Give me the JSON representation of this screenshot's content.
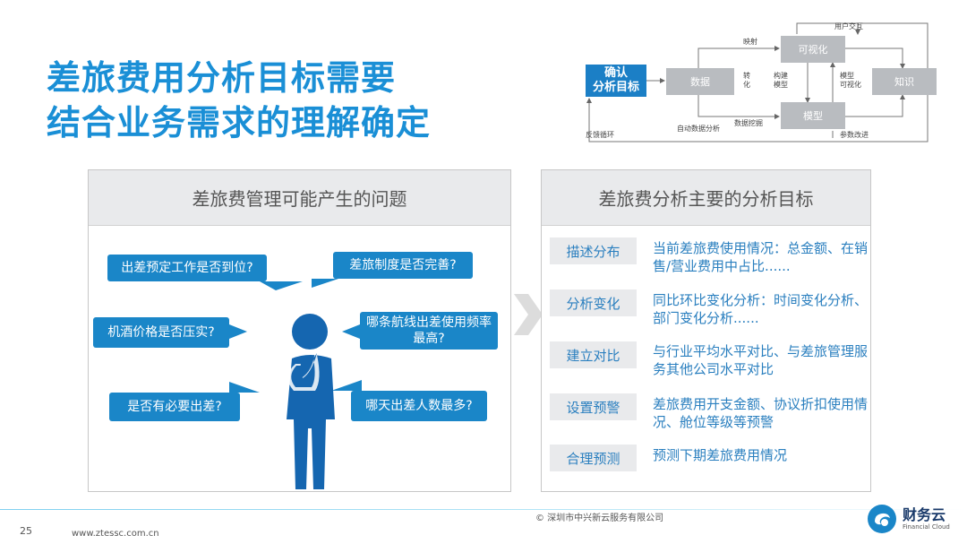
{
  "title": {
    "line1": "差旅费用分析目标需要",
    "line2": "结合业务需求的理解确定"
  },
  "flow": {
    "nodes": {
      "confirm_line1": "确认",
      "confirm_line2": "分析目标",
      "data": "数据",
      "visualize": "可视化",
      "model": "模型",
      "knowledge": "知识"
    },
    "labels": {
      "user_interaction": "用户交互",
      "mapping": "映射",
      "transform": "转\n化",
      "build_model": "构建\n模型",
      "model_visualize": "模型\n可视化",
      "data_mining": "数据挖掘",
      "auto_analysis": "自动数据分析",
      "feedback_loop": "反馈循环",
      "param_improve": "参数改进"
    }
  },
  "left_panel": {
    "header": "差旅费管理可能产生的问题",
    "bubbles": [
      "出差预定工作是否到位?",
      "差旅制度是否完善?",
      "机酒价格是否压实?",
      "哪条航线出差使用频率最高?",
      "是否有必要出差?",
      "哪天出差人数最多?"
    ]
  },
  "right_panel": {
    "header": "差旅费分析主要的分析目标",
    "goals": [
      {
        "tag": "描述分布",
        "desc": "当前差旅费使用情况：总金额、在销售/营业费用中占比......"
      },
      {
        "tag": "分析变化",
        "desc": "同比环比变化分析：时间变化分析、部门变化分析......"
      },
      {
        "tag": "建立对比",
        "desc": "与行业平均水平对比、与差旅管理服务其他公司水平对比"
      },
      {
        "tag": "设置预警",
        "desc": "差旅费用开支金额、协议折扣使用情况、舱位等级等预警"
      },
      {
        "tag": "合理预测",
        "desc": "预测下期差旅费用情况"
      }
    ]
  },
  "footer": {
    "page_number": "25",
    "url": "www.ztessc.com.cn",
    "copyright": "© 深圳市中兴新云服务有限公司",
    "logo_cn": "财务云",
    "logo_en": "Financial Cloud"
  },
  "colors": {
    "accent": "#1a8fd6",
    "bubble": "#1a86c8",
    "figure": "#1566b0",
    "gray_node": "#b9bcc0"
  }
}
